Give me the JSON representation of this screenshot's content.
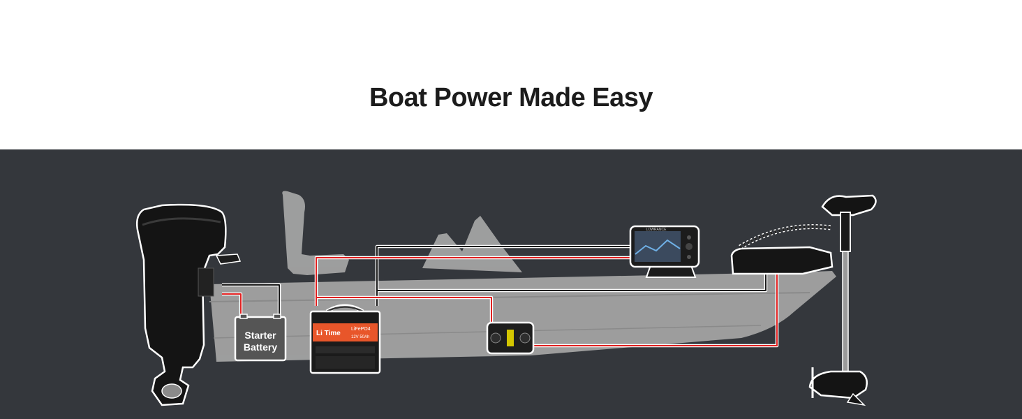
{
  "header": {
    "title": "Boat Power Made Easy"
  },
  "diagram": {
    "starter_battery_label_line1": "Starter",
    "starter_battery_label_line2": "Battery",
    "lithium_battery": {
      "brand": "Li Time",
      "chemistry": "LiFePO4",
      "rating": "12V 50Ah"
    },
    "fishfinder_brand": "LOWRANCE",
    "colors": {
      "background_dark": "#34373c",
      "boat_fill": "#a3a3a3",
      "wire_positive": "#e02020",
      "wire_negative": "#1a1a1a",
      "wire_outline": "#ffffff",
      "battery_accent": "#e8562a"
    },
    "components": [
      "outboard-motor",
      "starter-battery",
      "lithium-battery",
      "circuit-breaker",
      "fish-finder",
      "trolling-motor"
    ]
  }
}
